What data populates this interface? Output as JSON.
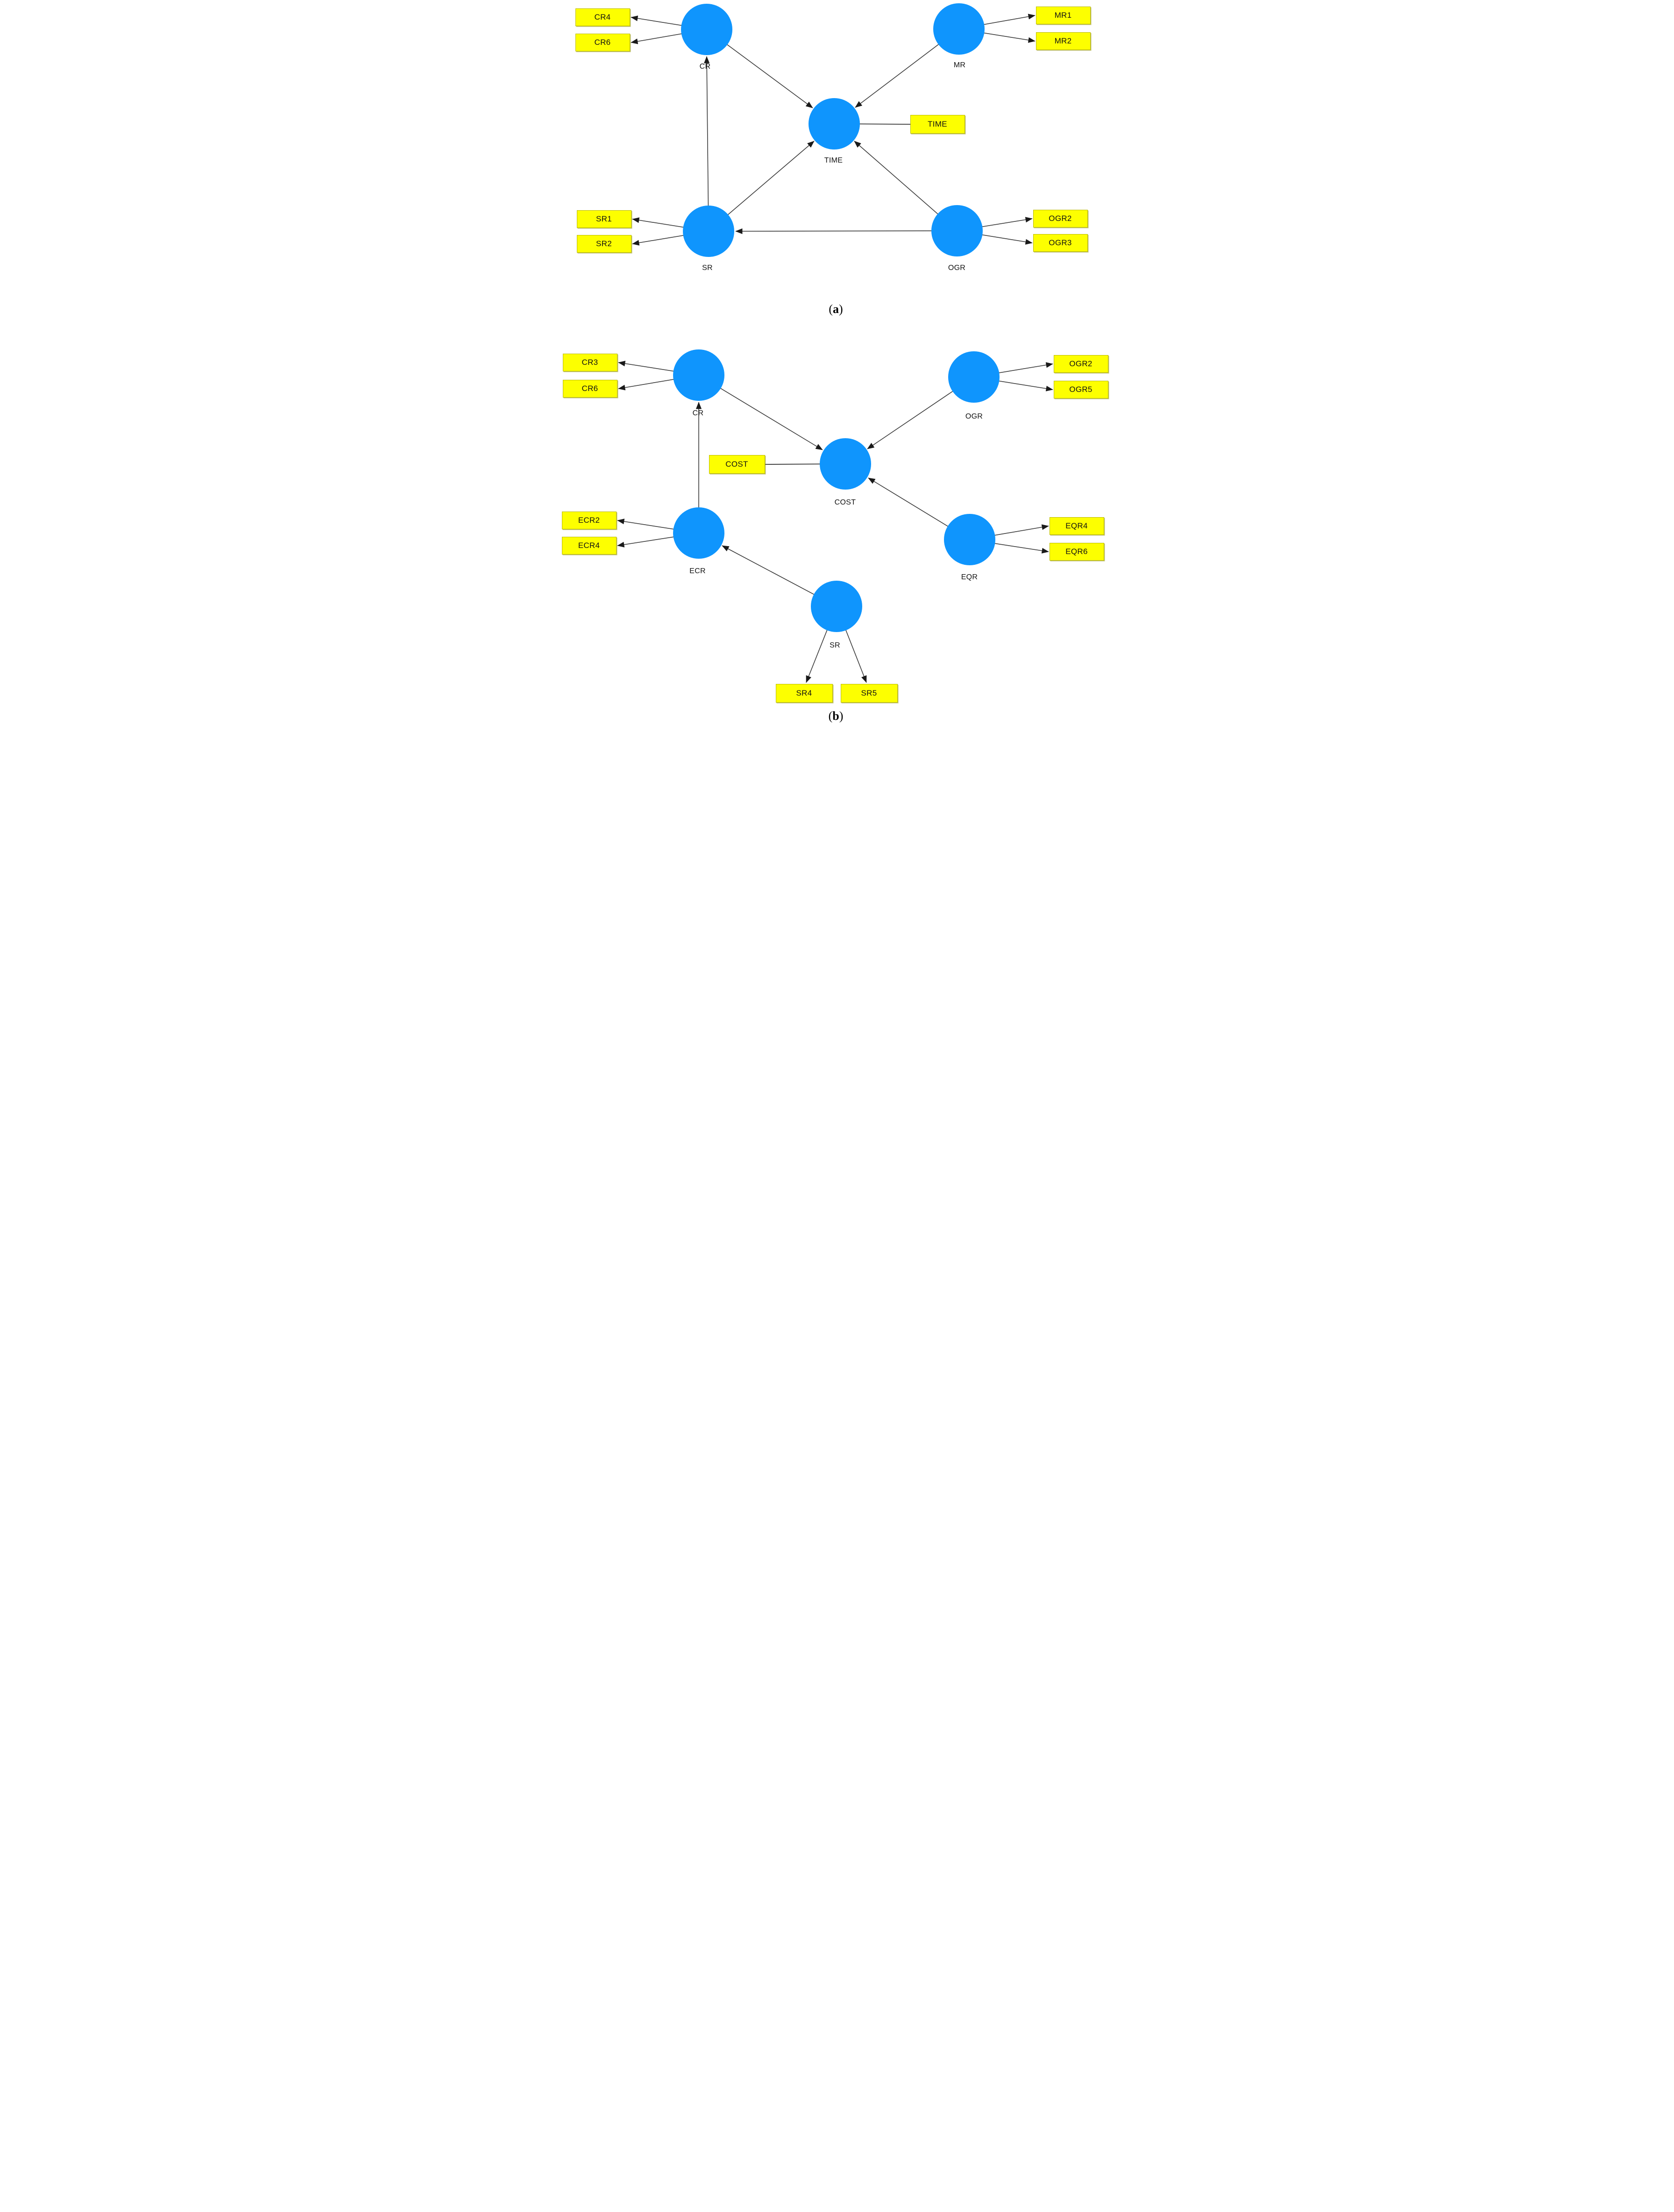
{
  "colors": {
    "construct_fill": "#0f95fd",
    "indicator_fill": "#fdff00",
    "indicator_border": "#b9b900",
    "line": "#3a3a3a",
    "text": "#000000"
  },
  "panel_a": {
    "caption": {
      "open": "(",
      "letter": "a",
      "close": ")"
    },
    "constructs": {
      "cr": "CR",
      "mr": "MR",
      "time": "TIME",
      "sr": "SR",
      "ogr": "OGR"
    },
    "indicators": {
      "cr4": "CR4",
      "cr6": "CR6",
      "mr1": "MR1",
      "mr2": "MR2",
      "time": "TIME",
      "sr1": "SR1",
      "sr2": "SR2",
      "ogr2": "OGR2",
      "ogr3": "OGR3"
    },
    "structural_paths": [
      "CR -> TIME",
      "MR -> TIME",
      "SR -> TIME",
      "OGR -> TIME",
      "SR -> CR",
      "OGR -> SR"
    ]
  },
  "panel_b": {
    "caption": {
      "open": "(",
      "letter": "b",
      "close": ")"
    },
    "constructs": {
      "cr": "CR",
      "ogr": "OGR",
      "cost": "COST",
      "ecr": "ECR",
      "eqr": "EQR",
      "sr": "SR"
    },
    "indicators": {
      "cr3": "CR3",
      "cr6": "CR6",
      "ogr2": "OGR2",
      "ogr5": "OGR5",
      "cost": "COST",
      "ecr2": "ECR2",
      "ecr4": "ECR4",
      "eqr4": "EQR4",
      "eqr6": "EQR6",
      "sr4": "SR4",
      "sr5": "SR5"
    },
    "structural_paths": [
      "CR -> COST",
      "OGR -> COST",
      "EQR -> COST",
      "ECR -> CR",
      "SR -> ECR"
    ]
  }
}
